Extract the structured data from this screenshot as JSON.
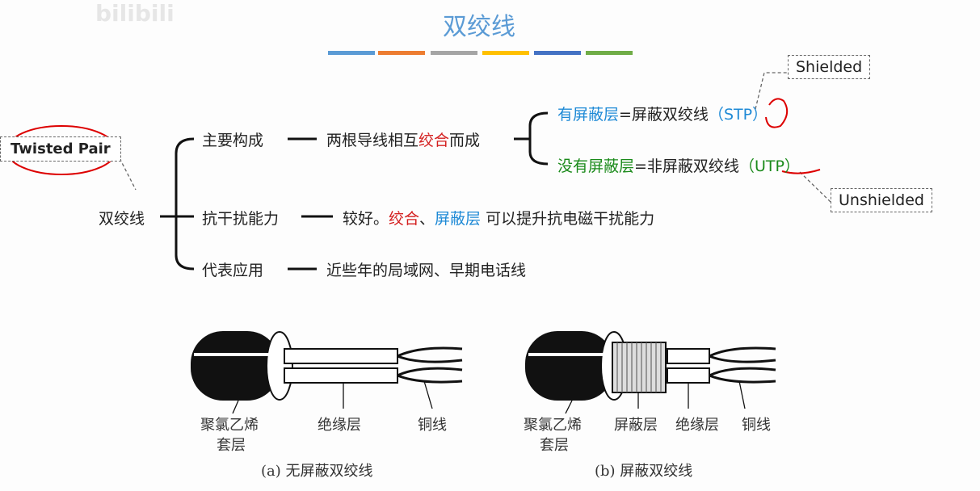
{
  "watermark": "bilibili",
  "title": "双绞线",
  "accent_bars": [
    "#5b9bd5",
    "#ed7d31",
    "#a5a5a5",
    "#ffc000",
    "#4472c4",
    "#70ad47"
  ],
  "root": {
    "label": "双绞线",
    "english": "Twisted Pair"
  },
  "branches": [
    {
      "label": "主要构成",
      "desc_a": "两根导线相互",
      "desc_red": "绞合",
      "desc_b": "而成"
    },
    {
      "label": "抗干扰能力",
      "desc_a": "较好。",
      "desc_red": "绞合",
      "desc_sep": "、",
      "desc_blue": "屏蔽层",
      "desc_b": " 可以提升抗电磁干扰能力"
    },
    {
      "label": "代表应用",
      "desc_a": "近些年的局域网、早期电话线"
    }
  ],
  "sub": {
    "stp": {
      "colored": "有屏蔽层",
      "rest": "=屏蔽双绞线",
      "abbr": "（STP）",
      "note": "Shielded"
    },
    "utp": {
      "colored": "没有屏蔽层",
      "rest": "=非屏蔽双绞线",
      "abbr": "（UTP）",
      "note": "Unshielded"
    }
  },
  "figures": {
    "a": {
      "caption": "(a) 无屏蔽双绞线",
      "labels": [
        "聚氯乙烯",
        "套层",
        "绝缘层",
        "铜线"
      ]
    },
    "b": {
      "caption": "(b) 屏蔽双绞线",
      "labels": [
        "聚氯乙烯",
        "套层",
        "屏蔽层",
        "绝缘层",
        "铜线"
      ]
    }
  }
}
